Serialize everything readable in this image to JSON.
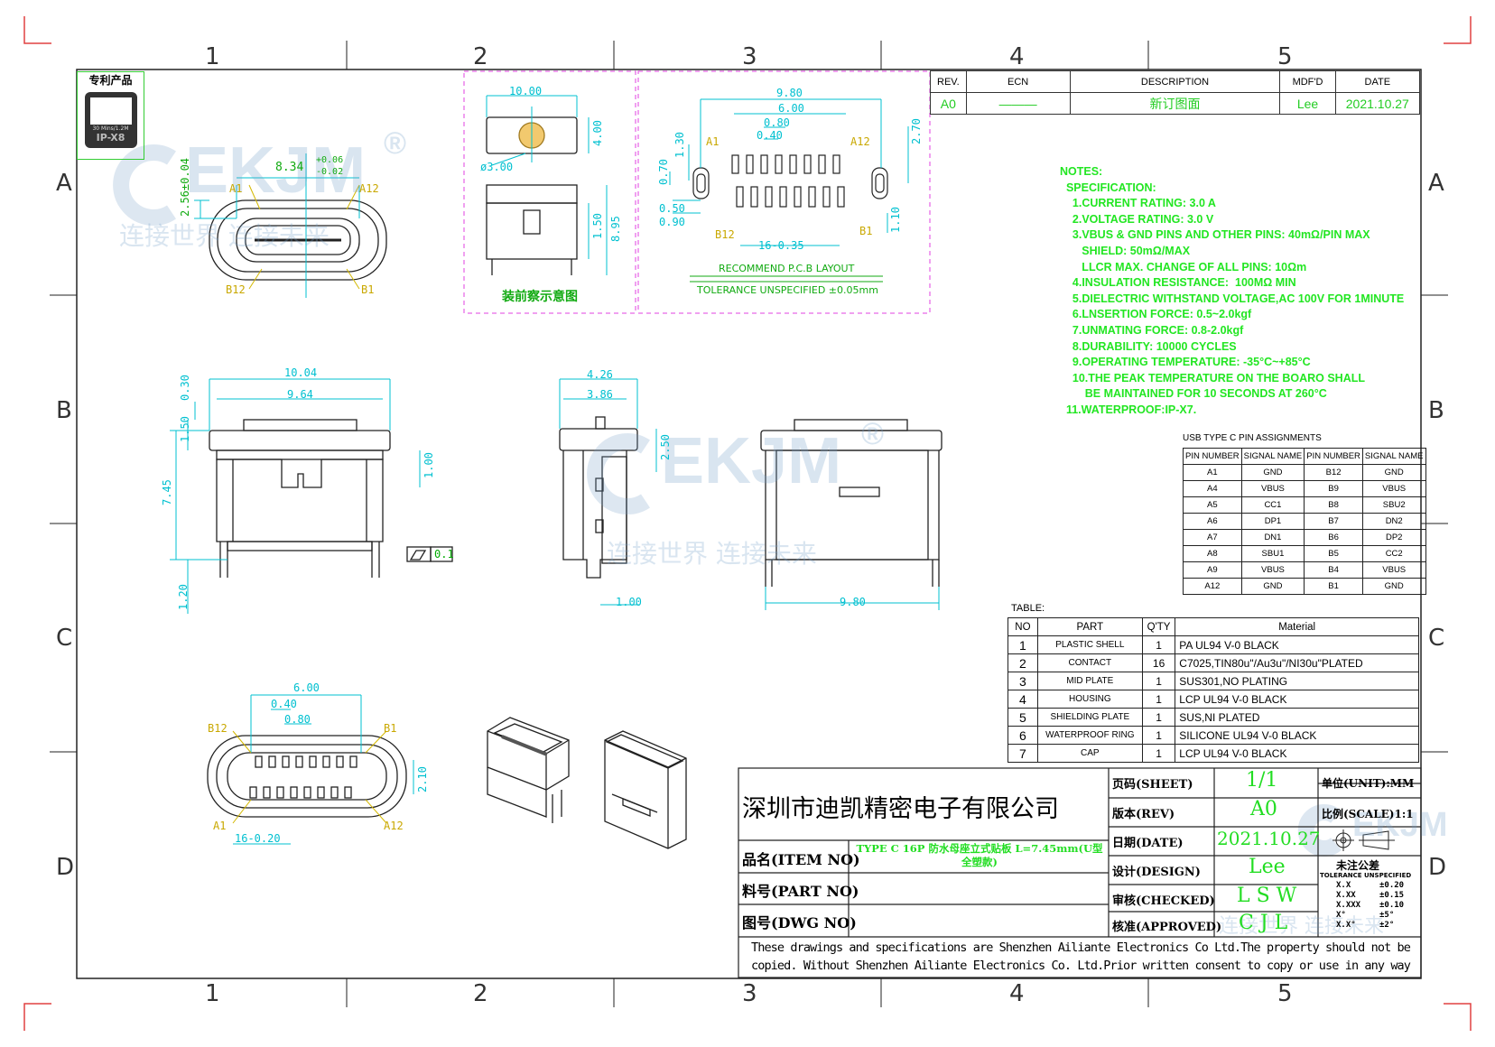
{
  "grid": {
    "cols": [
      "1",
      "2",
      "3",
      "4",
      "5"
    ],
    "rows": [
      "A",
      "B",
      "C",
      "D"
    ]
  },
  "badge": {
    "title": "专利产品",
    "text": "IP-X8",
    "small": "30 Mins/1.2M"
  },
  "watermark": {
    "logo": "EKJM",
    "reg": "®",
    "slogan": "连接世界 连接未来"
  },
  "colors": {
    "green": "#22e622",
    "cyan": "#00c0d0",
    "magenta": "#e040e0",
    "border": "#222222"
  },
  "views": {
    "top": {
      "d1": "8.34",
      "tol_plus": "+0.06",
      "tol_minus": "-0.02",
      "d2": "2.56±0.04",
      "a1": "A1",
      "a12": "A12",
      "b12": "B12",
      "b1": "B1"
    },
    "section": {
      "d1": "10.00",
      "d2": "4.00",
      "d3": "ø3.00",
      "d4": "1.50",
      "d5": "8.95",
      "caption": "装前察示意图"
    },
    "pcb": {
      "d1": "9.80",
      "d2": "6.00",
      "d3": "0.80",
      "d4": "0.40",
      "d5": "2.70",
      "d6": "1.30",
      "d7": "0.70",
      "d8": "0.50",
      "d9": "0.90",
      "d10": "16-0.35",
      "d11": "1.10",
      "a1": "A1",
      "a12": "A12",
      "b12": "B12",
      "b1": "B1",
      "caption1": "RECOMMEND P.C.B LAYOUT",
      "caption2": "TOLERANCE UNSPECIFIED ±0.05mm"
    },
    "front": {
      "d1": "10.04",
      "d2": "9.64",
      "d3": "0.30",
      "d4": "1.50",
      "d5": "7.45",
      "d6": "1.00",
      "d7": "1.20",
      "flat": "0.1"
    },
    "side": {
      "d1": "4.26",
      "d2": "3.86",
      "d3": "2.50",
      "d4": "1.00"
    },
    "rear": {
      "d1": "9.80"
    },
    "bottom": {
      "d1": "6.00",
      "d2": "0.40",
      "d3": "0.80",
      "d4": "2.10",
      "d5": "16-0.20",
      "b12": "B12",
      "b1": "B1",
      "a1": "A1",
      "a12": "A12"
    }
  },
  "revision": {
    "headers": [
      "REV.",
      "ECN",
      "DESCRIPTION",
      "MDF'D",
      "DATE"
    ],
    "rows": [
      [
        "A0",
        "———",
        "新订图面",
        "Lee",
        "2021.10.27"
      ]
    ]
  },
  "notes": [
    "NOTES:",
    "  SPECIFICATION:",
    "    1.CURRENT RATING: 3.0 A",
    "    2.VOLTAGE RATING: 3.0 V",
    "    3.VBUS & GND PINS AND OTHER PINS: 40mΩ/PIN MAX",
    "       SHIELD: 50mΩ/MAX",
    "       LLCR MAX. CHANGE OF ALL PINS: 10Ωm",
    "    4.INSULATION RESISTANCE:  100MΩ MIN",
    "    5.DIELECTRIC WITHSTAND VOLTAGE,AC 100V FOR 1MINUTE",
    "    6.LNSERTION FORCE: 0.5~2.0kgf",
    "    7.UNMATING FORCE: 0.8-2.0kgf",
    "    8.DURABILITY: 10000 CYCLES",
    "    9.OPERATING TEMPERATURE: -35°C~+85°C",
    "    10.THE PEAK TEMPERATURE ON THE BOARO SHALL",
    "        BE MAINTAINED FOR 10 SECONDS AT 260°C",
    "  11.WATERPROOF:IP-X7."
  ],
  "pin_table": {
    "title": "USB TYPE C PIN ASSIGNMENTS",
    "headers": [
      "PIN NUMBER",
      "SIGNAL NAME",
      "PIN NUMBER",
      "SIGNAL NAME"
    ],
    "rows": [
      [
        "A1",
        "GND",
        "B12",
        "GND"
      ],
      [
        "A4",
        "VBUS",
        "B9",
        "VBUS"
      ],
      [
        "A5",
        "CC1",
        "B8",
        "SBU2"
      ],
      [
        "A6",
        "DP1",
        "B7",
        "DN2"
      ],
      [
        "A7",
        "DN1",
        "B6",
        "DP2"
      ],
      [
        "A8",
        "SBU1",
        "B5",
        "CC2"
      ],
      [
        "A9",
        "VBUS",
        "B4",
        "VBUS"
      ],
      [
        "A12",
        "GND",
        "B1",
        "GND"
      ]
    ]
  },
  "parts_table": {
    "title": "TABLE:",
    "headers": [
      "NO",
      "PART",
      "Q'TY",
      "Material"
    ],
    "rows": [
      [
        "1",
        "PLASTIC SHELL",
        "1",
        "PA UL94 V-0 BLACK"
      ],
      [
        "2",
        "CONTACT",
        "16",
        "C7025,TIN80u\"/Au3u\"/NI30u\"PLATED"
      ],
      [
        "3",
        "MID PLATE",
        "1",
        "SUS301,NO PLATING"
      ],
      [
        "4",
        "HOUSING",
        "1",
        "LCP UL94 V-0 BLACK"
      ],
      [
        "5",
        "SHIELDING PLATE",
        "1",
        "SUS,NI PLATED"
      ],
      [
        "6",
        "WATERPROOF RING",
        "1",
        "SILICONE UL94 V-0 BLACK"
      ],
      [
        "7",
        "CAP",
        "1",
        "LCP UL94 V-0 BLACK"
      ]
    ]
  },
  "title_block": {
    "company": "深圳市迪凯精密电子有限公司",
    "item_label": "品名(ITEM NO)",
    "item_value": "TYPE C 16P 防水母座立式贴板 L=7.45mm(U型全塑款)",
    "part_label": "料号(PART NO)",
    "dwg_label": "图号(DWG NO)",
    "sheet_label": "页码(SHEET)",
    "sheet_value": "1/1",
    "rev_label": "版本(REV)",
    "rev_value": "A0",
    "date_label": "日期(DATE)",
    "date_value": "2021.10.27",
    "design_label": "设计(DESIGN)",
    "design_value": "Lee",
    "checked_label": "审核(CHECKED)",
    "checked_value": "L S W",
    "approved_label": "核准(APPROVED)",
    "approved_value": "C J L",
    "unit_label": "单位(UNIT):MM",
    "scale_label": "比例(SCALE)1:1",
    "tol_title": "未注公差",
    "tol_sub": "TOLERANCE UNSPECIFIED",
    "tol_rows": [
      [
        "X.X",
        "±0.20"
      ],
      [
        "X.XX",
        "±0.15"
      ],
      [
        "X.XXX",
        "±0.10"
      ],
      [
        "X°",
        "±5°"
      ],
      [
        "X.X°",
        "±2°"
      ]
    ],
    "footer1": "These drawings and specifications are Shenzhen Ailiante Electronics Co Ltd.The property should not be",
    "footer2": "copied. Without Shenzhen Ailiante Electronics Co. Ltd.Prior written consent to copy or use in any way"
  }
}
